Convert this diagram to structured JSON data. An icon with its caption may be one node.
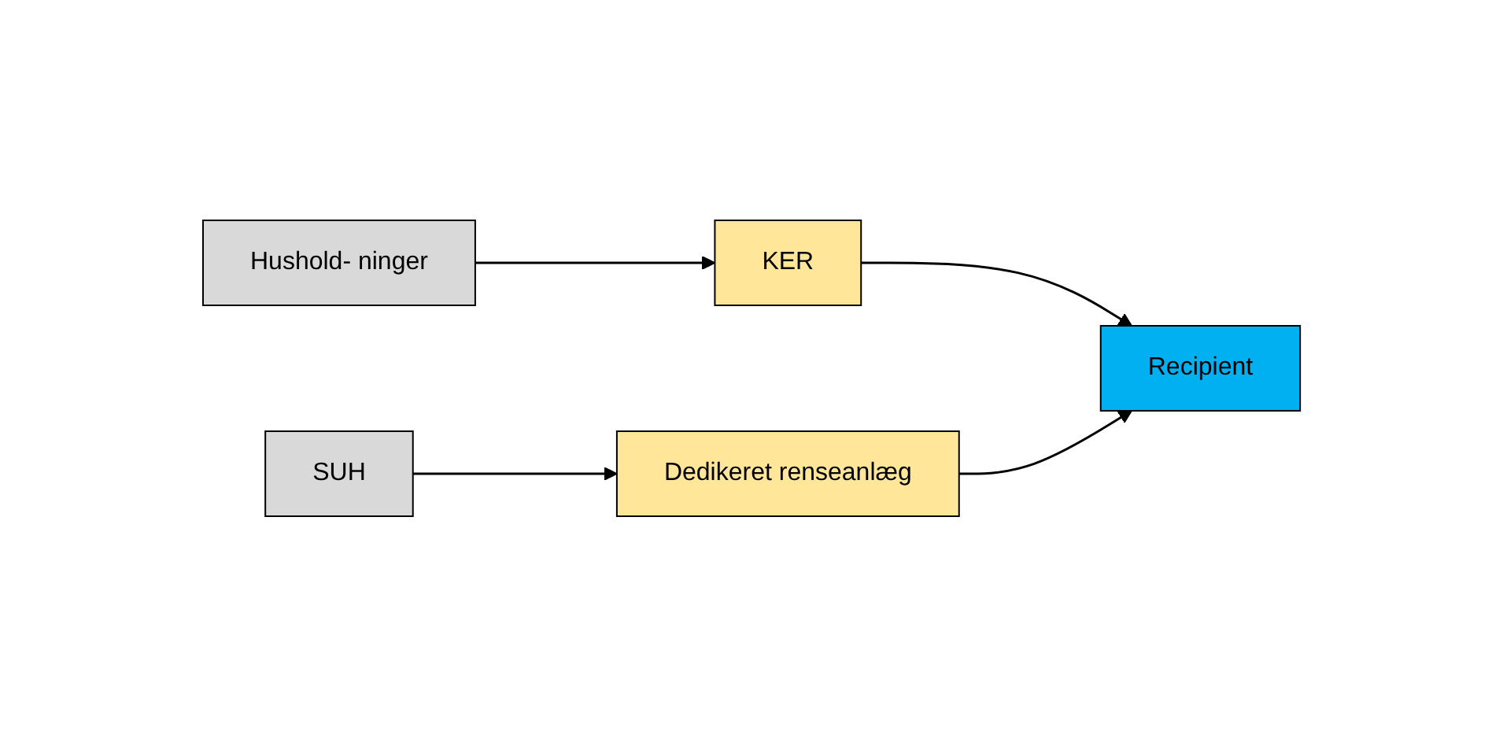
{
  "diagram": {
    "nodes": [
      {
        "text": [
          "SUH"
        ]
      },
      {
        "text": [
          "Dedikeret renseanlæg"
        ]
      },
      {
        "text": [
          "Hushold- ninger"
        ]
      },
      {
        "text": [
          "KER"
        ]
      },
      {
        "text": [
          "Recipient"
        ]
      }
    ],
    "edges": [
      {
        "from": 0,
        "to": 1,
        "arrow": "to"
      },
      {
        "from": 2,
        "to": 3,
        "arrow": "to"
      },
      {
        "from": 3,
        "to": 4,
        "arrow": "to"
      },
      {
        "from": 1,
        "to": 4,
        "arrow": "to"
      }
    ]
  }
}
